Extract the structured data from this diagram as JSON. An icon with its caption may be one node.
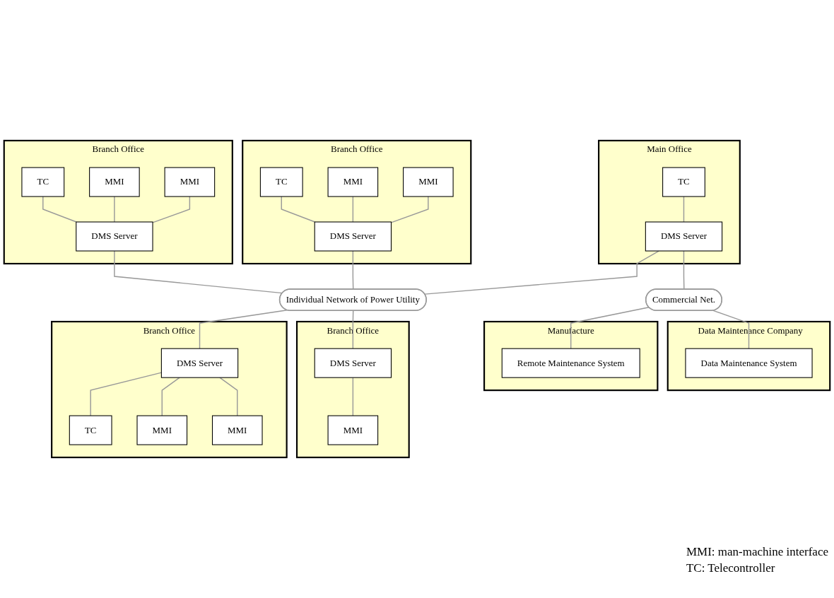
{
  "diagram": {
    "nodes": [
      {
        "text": [
          "Main Office"
        ]
      },
      {
        "text": [
          "TC"
        ],
        "in": 0
      },
      {
        "text": [
          "DMS Server"
        ],
        "in": 0
      },
      {
        "text": [
          "Branch Office"
        ]
      },
      {
        "text": [
          "TC"
        ],
        "in": 3
      },
      {
        "text": [
          "MMI"
        ],
        "in": 3
      },
      {
        "text": [
          "MMI"
        ],
        "in": 3
      },
      {
        "text": [
          "DMS Server"
        ],
        "in": 3
      },
      {
        "text": [
          "Branch Office"
        ]
      },
      {
        "text": [
          "TC"
        ],
        "in": 8
      },
      {
        "text": [
          "MMI"
        ],
        "in": 8
      },
      {
        "text": [
          "MMI"
        ],
        "in": 8
      },
      {
        "text": [
          "DMS Server"
        ],
        "in": 8
      },
      {
        "text": [
          "Individual Network of Power Utility"
        ]
      },
      {
        "text": [
          "Commercial Net."
        ]
      },
      {
        "text": [
          "Manufacture"
        ]
      },
      {
        "text": [
          "Remote Maintenance System"
        ],
        "in": 15
      },
      {
        "text": [
          "Data Maintenance Company"
        ]
      },
      {
        "text": [
          "Data Maintenance System"
        ],
        "in": 17
      },
      {
        "text": [
          "Branch Office"
        ]
      },
      {
        "text": [
          "DMS Server"
        ],
        "in": 19
      },
      {
        "text": [
          "TC"
        ],
        "in": 19
      },
      {
        "text": [
          "MMI"
        ],
        "in": 19
      },
      {
        "text": [
          "MMI"
        ],
        "in": 19
      },
      {
        "text": [
          "Branch Office"
        ]
      },
      {
        "text": [
          "DMS Server"
        ],
        "in": 24
      },
      {
        "text": [
          "MMI"
        ],
        "in": 24
      }
    ],
    "edges": [
      {
        "from": 1,
        "to": 2,
        "arrow": "none"
      },
      {
        "from": 4,
        "to": 7,
        "arrow": "none"
      },
      {
        "from": 5,
        "to": 7,
        "arrow": "none"
      },
      {
        "from": 6,
        "to": 7,
        "arrow": "none"
      },
      {
        "from": 9,
        "to": 12,
        "arrow": "none"
      },
      {
        "from": 10,
        "to": 12,
        "arrow": "none"
      },
      {
        "from": 11,
        "to": 12,
        "arrow": "none"
      },
      {
        "from": 7,
        "to": 13,
        "arrow": "none"
      },
      {
        "from": 12,
        "to": 13,
        "arrow": "none"
      },
      {
        "from": 2,
        "to": 13,
        "arrow": "none"
      },
      {
        "from": 2,
        "to": 14,
        "arrow": "none"
      },
      {
        "from": 14,
        "to": 16,
        "arrow": "none"
      },
      {
        "from": 14,
        "to": 18,
        "arrow": "none"
      },
      {
        "from": 13,
        "to": 20,
        "arrow": "none"
      },
      {
        "from": 13,
        "to": 25,
        "arrow": "none"
      },
      {
        "from": 20,
        "to": 21,
        "arrow": "none"
      },
      {
        "from": 20,
        "to": 22,
        "arrow": "none"
      },
      {
        "from": 20,
        "to": 23,
        "arrow": "none"
      },
      {
        "from": 25,
        "to": 26,
        "arrow": "none"
      }
    ],
    "labels": [
      "MMI: man-machine interface",
      "TC: Telecontroller"
    ]
  }
}
